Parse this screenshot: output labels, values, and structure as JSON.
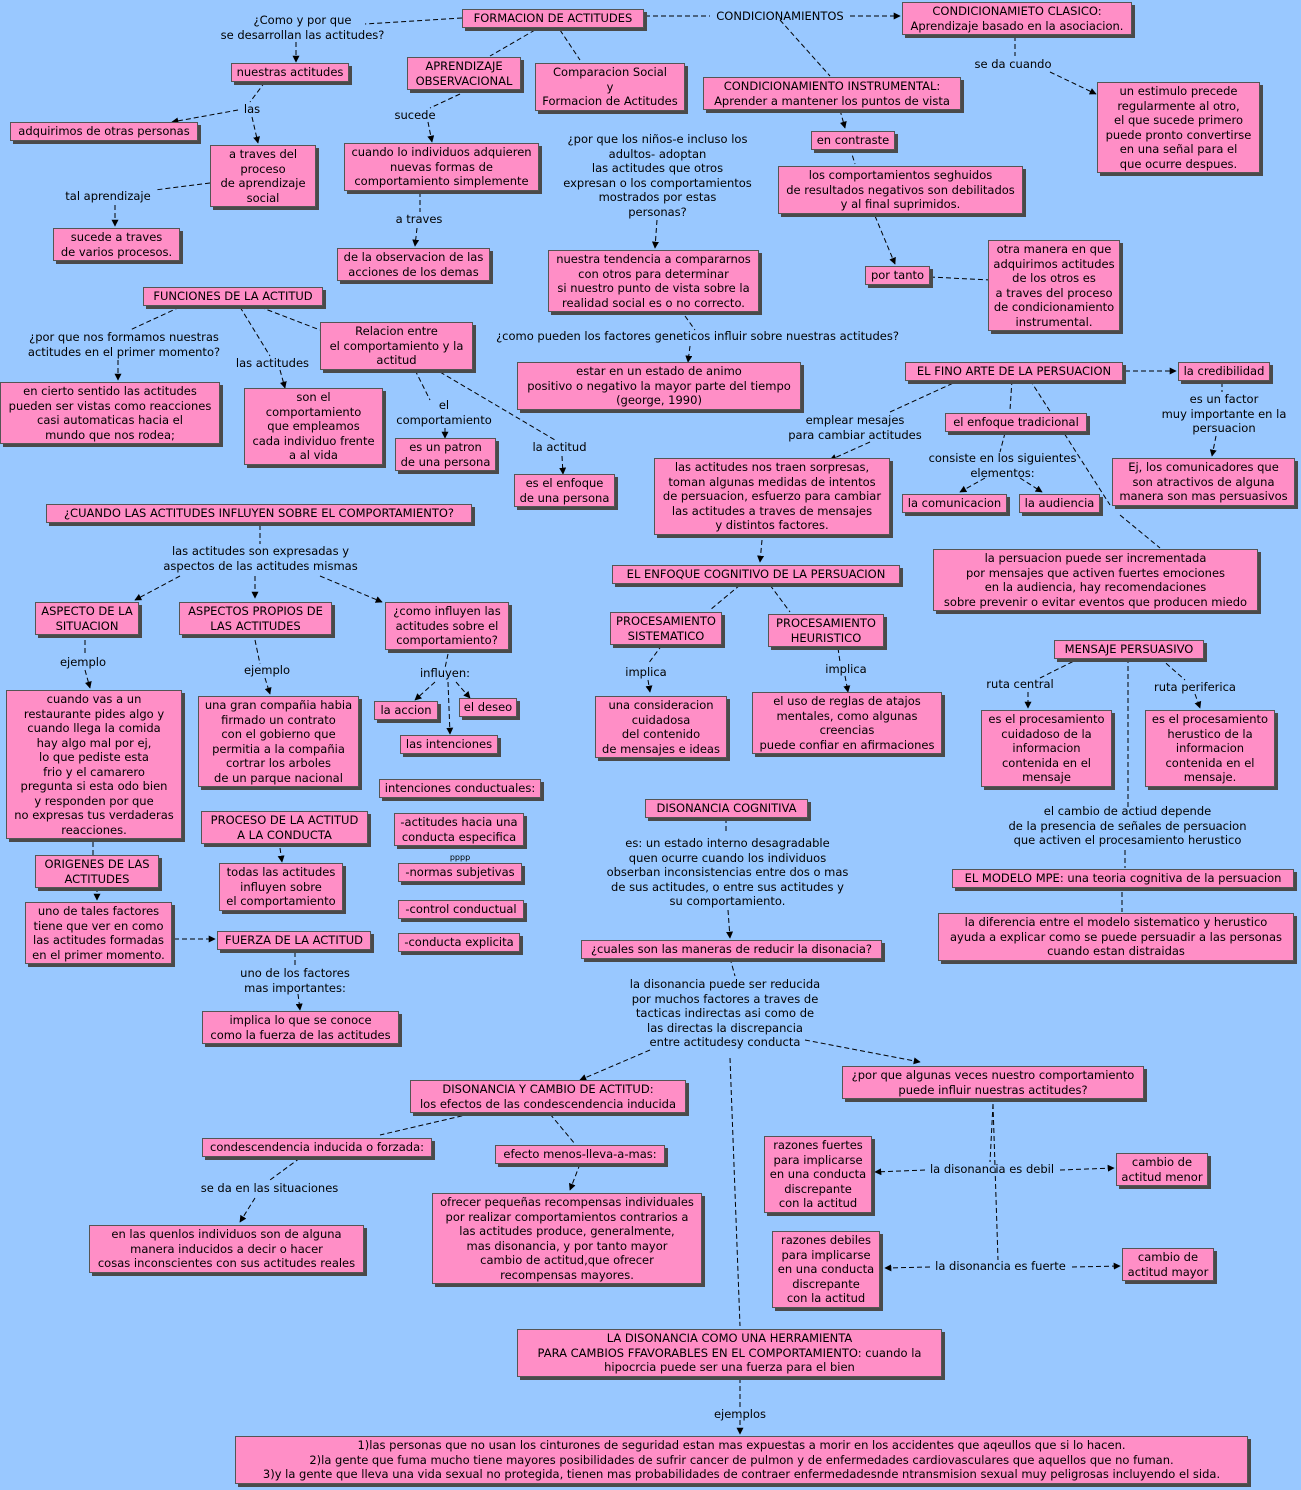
{
  "colors": {
    "background": "#99c8ff",
    "node_fill": "#ff8ec6",
    "node_shadow": "#4a4a4a",
    "line": "#000000"
  },
  "nodes": {
    "formacion": "FORMACION DE ACTITUDES",
    "condicionamientos": "CONDICIONAMIENTOS",
    "clasico": "CONDICIONAMIETO CLASICO:\nAprendizaje basado en la asociacion.",
    "como_por_que": "¿Como y por que\nse desarrollan las actitudes?",
    "nuestras_actitudes": "nuestras actitudes",
    "aprendizaje_obs": "APRENDIZAJE\nOBSERVACIONAL",
    "comparacion_social": "Comparacion Social\ny\nFormacion de Actitudes",
    "instrumental": "CONDICIONAMIENTO INSTRUMENTAL:\nAprender a mantener los puntos de vista",
    "se_da_cuando": "se da cuando",
    "estimulo": "un estimulo precede\nregularmente al otro,\nel que sucede primero\npuede pronto convertirse\nen una señal para el\nque ocurre despues.",
    "las": "las",
    "adquirimos": "adquirimos de otras personas",
    "sucede": "sucede",
    "cuando_individuos": "cuando lo individuos adquieren\nnuevas formas de\ncomportamiento simplemente",
    "por_que_ninos": "¿por que los niños-e incluso los\nadultos-  adoptan\nlas actitudes que otros\nexpresan o los comportamientos\nmostrados por estas\npersonas?",
    "en_contraste": "en contraste",
    "a_traves_proceso": "a traves del\nproceso\nde aprendizaje\nsocial",
    "tal_aprendizaje": "tal aprendizaje",
    "comportamientos_neg": "los comportamientos seghuidos\nde resultados negativos son debilitados\ny al final suprimidos.",
    "sucede_varios": "sucede a traves\nde varios procesos.",
    "a_traves": "a traves",
    "observacion": "de la observacion de las\nacciones de los demas",
    "tendencia": "nuestra tendencia a compararnos\ncon otros para determinar\nsi nuestro punto de vista sobre la\nrealidad social es o no correcto.",
    "por_tanto": "por tanto",
    "otra_manera": "otra manera en que\nadquirimos actitudes\nde los otros es\na traves del proceso\nde condicionamiento\ninstrumental.",
    "funciones": "FUNCIONES DE LA ACTITUD",
    "por_que_formamos": "¿por que nos formamos nuestras\nactitudes en el primer momento?",
    "las_actitudes_lbl": "las actitudes",
    "relacion": "Relacion entre\nel comportamiento y la\nactitud",
    "geneticos": "¿como pueden los factores geneticos influir sobre nuestras actitudes?",
    "estado_animo": "estar en un  estado de animo\npositivo o negativo la mayor parte del tiempo\n(george, 1990)",
    "fino_arte": "EL FINO ARTE DE LA PERSUACION",
    "credibilidad": "la credibilidad",
    "cierto_sentido": "en cierto sentido las actitudes\npueden ser vistas como reacciones\ncasi automaticas hacia el\nmundo que nos rodea;",
    "son_comportamiento": "son el\ncomportamiento\nque empleamos\ncada individuo frente\na al vida",
    "el_comportamiento_lbl": "el\ncomportamiento",
    "patron": "es un patron\nde una persona",
    "emplear_mensajes": "emplear mesajes\npara cambiar actitudes",
    "enfoque_tradicional": "el enfoque tradicional",
    "es_un_factor": "es un  factor\nmuy importante en la\npersuacion",
    "la_actitud_lbl": "la actitud",
    "enfoque_persona": "es el enfoque\nde una persona",
    "consiste": "consiste en los siguientes\nelementos:",
    "sorpresas": "las actitudes nos traen sorpresas,\ntoman algunas medidas de intentos\nde persuacion, esfuerzo para cambiar\nlas actitudes a traves de mensajes\ny distintos factores.",
    "comunicacion": "la comunicacion",
    "audiencia": "la audiencia",
    "ej_comunicadores": "Ej, los comunicadores que\nson atractivos de alguna\nmanera son mas persuasivos",
    "cuando_influyen": "¿CUANDO LAS ACTITUDES INFLUYEN SOBRE EL COMPORTAMIENTO?",
    "expresadas": "las actitudes son expresadas y\naspectos de las actitudes mismas",
    "incrementada": "la persuacion puede ser incrementada\npor mensajes que activen fuertes emociones\nen la audiencia, hay recomendaciones\nsobre prevenir o evitar eventos que producen miedo",
    "enfoque_cognitivo": "EL ENFOQUE COGNITIVO DE LA PERSUACION",
    "aspecto_situacion": "ASPECTO DE LA\nSITUACION",
    "aspectos_propios": "ASPECTOS PROPIOS DE\nLAS ACTITUDES",
    "como_influyen": "¿como influyen las\nactitudes sobre el\ncomportamiento?",
    "proc_sistematico": "PROCESAMIENTO\nSISTEMATICO",
    "proc_heuristico": "PROCESAMIENTO\nHEURISTICO",
    "mensaje_persuasivo": "MENSAJE PERSUASIVO",
    "ejemplo1": "ejemplo",
    "ejemplo2": "ejemplo",
    "influyen": "influyen:",
    "implica1": "implica",
    "implica2": "implica",
    "ruta_central": "ruta central",
    "ruta_periferica": "ruta periferica",
    "la_accion": "la accion",
    "el_deseo": "el deseo",
    "cuando_restaurante": "cuando vas a un\nrestaurante pides algo y\ncuando llega la comida\nhay algo mal por ej,\nlo que pediste esta\nfrio y el camarero\npregunta si esta odo bien\ny responden por que\nno expresas tus verdaderas\nreacciones.",
    "compania": "una gran compañia habia\nfirmado un contrato\ncon el gobierno que\npermitia a la compañia\ncortrar los arboles\nde un parque nacional",
    "consideracion": "una consideracion\ncuidadosa\ndel contenido\nde mensajes e ideas",
    "reglas_atajos": "el uso de reglas de atajos\nmentales, como algunas\ncreencias\npuede confiar en afirmaciones",
    "proc_cuidadoso": "es el procesamiento\ncuidadoso de la\ninformacion\ncontenida en el\nmensaje",
    "proc_herustico": "es el procesamiento\nherustico de la\ninformacion\ncontenida en el\nmensaje.",
    "las_intenciones": "las intenciones",
    "intenciones_conductuales": "intenciones conductuales:",
    "disonancia": "DISONANCIA COGNITIVA",
    "cambio_actitud_depende": "el cambio de actiud depende\nde la presencia de señales de persuacion\nque activen el procesamiento herustico",
    "proceso_actitud": "PROCESO DE LA ACTITUD\nA LA CONDUCTA",
    "actitudes_hacia": "-actitudes hacia una\nconducta especifica",
    "es_estado": "es: un estado interno desagradable\nquen ocurre cuando los individuos\nobserban inconsistencias entre dos o mas\nde sus actitudes, o entre sus actitudes y\nsu comportamiento.",
    "origenes": "ORIGENES DE LAS\nACTITUDES",
    "todas_actitudes": "todas las actitudes\ninfluyen sobre\nel comportamiento",
    "normas_subjetivas": "-normas subjetivas",
    "mpe": "EL MODELO MPE: una teoria cognitiva de la persuacion",
    "uno_de_tales": "uno de tales factores\ntiene que ver en como\nlas actitudes formadas\nen el primer momento.",
    "control_conductual": "-control conductual",
    "diferencia": "la diferencia entre el modelo sistematico y herustico\nayuda a explicar como se puede persuadir a las personas\ncuando estan distraidas",
    "fuerza": "FUERZA DE LA ACTITUD",
    "conducta_explicita": "-conducta explicita",
    "cuales_maneras": "¿cuales son las maneras de reducir la disonacia?",
    "uno_factores": "uno de los factores\nmas importantes:",
    "reducida": "la disonancia puede ser reducida\npor muchos factores a traves de\ntacticas indirectas asi como de\nlas directas la discrepancia\nentre actitudesy conducta",
    "implica_fuerza": "implica lo que se conoce\ncomo la fuerza de las actitudes",
    "por_que_algunas": "¿por que algunas veces nuestro comportamiento\npuede influir nuestras actitudes?",
    "disonancia_cambio": "DISONANCIA Y CAMBIO DE ACTITUD:\nlos efectos de las condescendencia inducida",
    "condescendencia": "condescendencia inducida o forzada:",
    "menos_lleva": "efecto menos-lleva-a-mas:",
    "razones_fuertes": "razones fuertes\npara implicarse\nen una conducta\ndiscrepante\ncon la actitud",
    "disonancia_debil": "la disonancia es debil",
    "cambio_menor": "cambio de\nactitud menor",
    "se_da_situaciones": "se da en las situaciones",
    "recompensas": "ofrecer pequeñas recompensas individuales\npor realizar comportamientos contrarios a\nlas actitudes produce, generalmente,\nmas disonancia, y por tanto mayor\ncambio de actitud,que ofrecer\nrecompensas mayores.",
    "quenlos": "en las quenlos individuos son de alguna\nmanera inducidos a decir o hacer\ncosas inconscientes con sus actitudes reales",
    "razones_debiles": "razones debiles\npara implicarse\nen una conducta\ndiscrepante\ncon la actitud",
    "disonancia_fuerte": "la disonancia es fuerte",
    "cambio_mayor": "cambio de\nactitud mayor",
    "herramienta": "LA DISONANCIA COMO UNA HERRAMIENTA\nPARA CAMBIOS FFAVORABLES EN EL COMPORTAMIENTO: cuando la\nhipocrcia puede ser una fuerza para el bien",
    "ejemplos": "ejemplos",
    "examples": "1)las personas que no usan los cinturones de seguridad estan mas expuestas a morir en los accidentes que aqeullos que si lo hacen.\n2)la gente que fuma mucho tiene mayores posibilidades de sufrir cancer de pulmon y de enfermedades cardiovasculares que aquellos que no fuman.\n3)y la gente que lleva una vida sexual no protegida, tienen mas probabilidades  de contraer enfermedadesnde ntransmision sexual muy peligrosas incluyendo el sida.",
    "pppp": "pppp"
  }
}
